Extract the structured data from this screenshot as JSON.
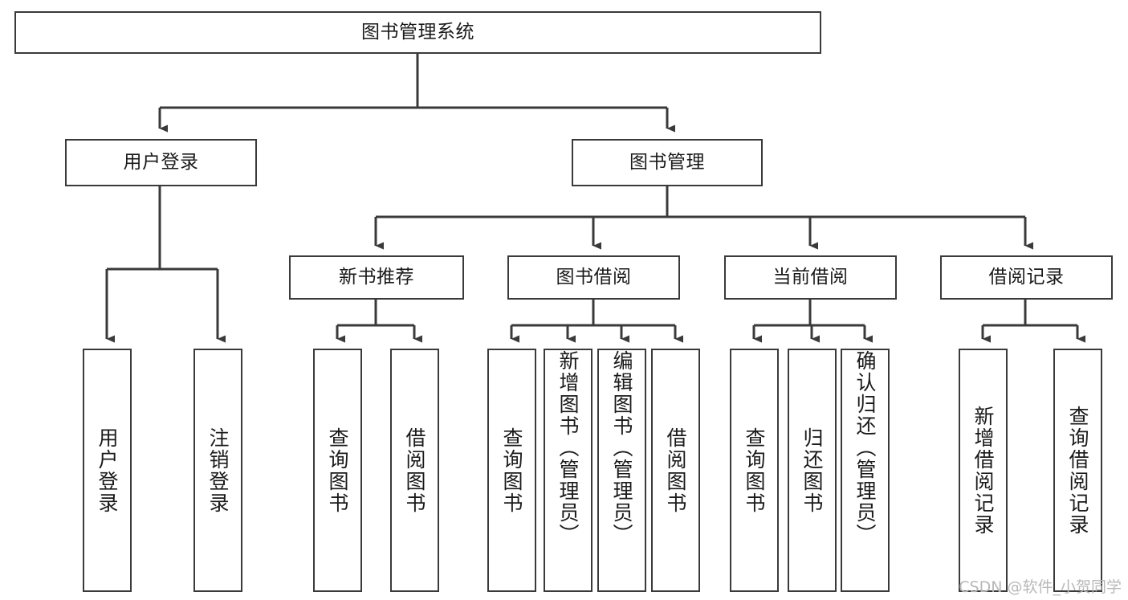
{
  "diagram": {
    "title": "图书管理系统",
    "type": "tree-hierarchy-chart",
    "watermark": "CSDN @软件_小贺同学",
    "colors": {
      "box_border": "#3a3a3a",
      "box_fill": "#ffffff",
      "connector": "#3a3a3a",
      "text": "#1a1a1a",
      "watermark": "#b8b8b8",
      "background": "#ffffff"
    },
    "root": {
      "label": "图书管理系统"
    },
    "level2": [
      {
        "label": "用户登录"
      },
      {
        "label": "图书管理"
      }
    ],
    "level3": [
      {
        "label": "新书推荐"
      },
      {
        "label": "图书借阅"
      },
      {
        "label": "当前借阅"
      },
      {
        "label": "借阅记录"
      }
    ],
    "leaves": {
      "user_login": [
        {
          "label": "用户登录"
        },
        {
          "label": "注销登录"
        }
      ],
      "new_book_recommend": [
        {
          "label": "查询图书"
        },
        {
          "label": "借阅图书"
        }
      ],
      "book_borrow": [
        {
          "label": "查询图书"
        },
        {
          "label": "新增图书（管理员）"
        },
        {
          "label": "编辑图书（管理员）"
        },
        {
          "label": "借阅图书"
        }
      ],
      "current_borrow": [
        {
          "label": "查询图书"
        },
        {
          "label": "归还图书"
        },
        {
          "label": "确认归还（管理员）"
        }
      ],
      "borrow_record": [
        {
          "label": "新增借阅记录"
        },
        {
          "label": "查询借阅记录"
        }
      ]
    }
  }
}
